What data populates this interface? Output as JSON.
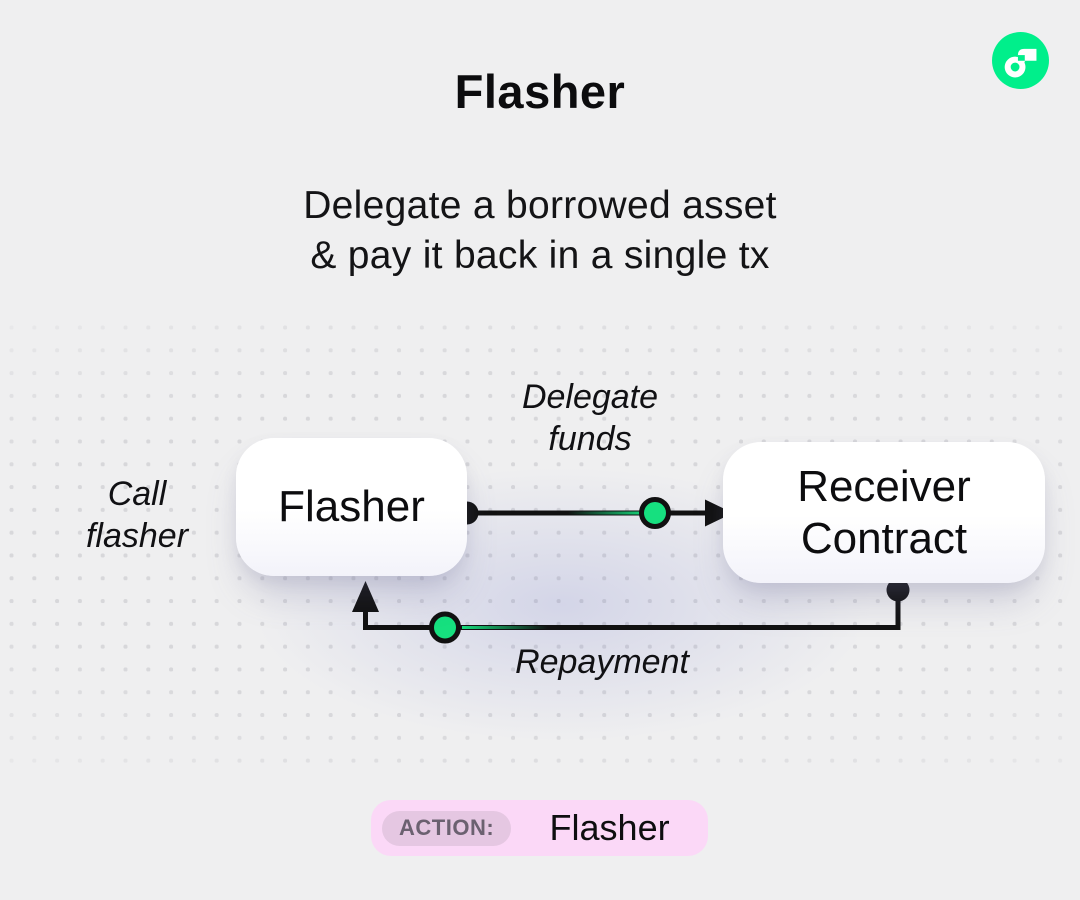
{
  "header": {
    "title": "Flasher",
    "subtitle_line1": "Delegate a borrowed asset",
    "subtitle_line2": "& pay it back in a single tx"
  },
  "logo": {
    "name": "flow-logo",
    "brand_green": "#00EF8B"
  },
  "diagram": {
    "nodes": [
      {
        "id": "flasher",
        "label": "Flasher"
      },
      {
        "id": "receiver-contract",
        "label_line1": "Receiver",
        "label_line2": "Contract"
      }
    ],
    "labels": {
      "call_line1": "Call",
      "call_line2": "flasher",
      "delegate_line1": "Delegate",
      "delegate_line2": "funds",
      "repayment": "Repayment"
    },
    "colors": {
      "connector": "#111111",
      "accent_green": "#16E07F",
      "page_bg": "#EFEFF0"
    }
  },
  "action_badge": {
    "key": "ACTION:",
    "value": "Flasher",
    "bg": "#FBD8F7",
    "key_bg": "#E5C7E2"
  }
}
